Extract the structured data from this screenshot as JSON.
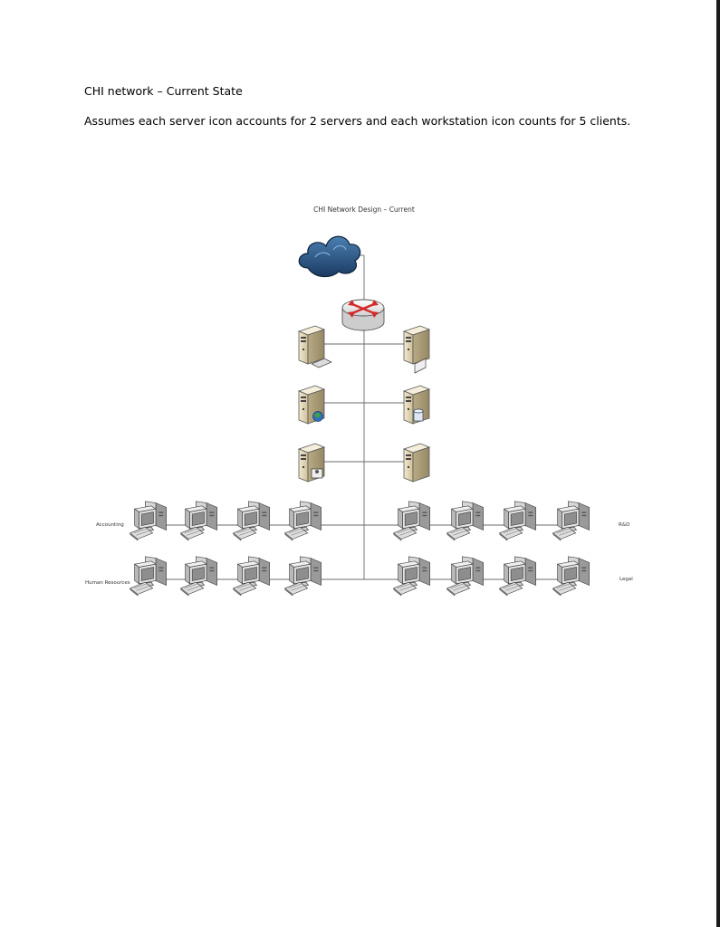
{
  "document": {
    "heading": "CHI network – Current State",
    "note": "Assumes each server icon accounts for 2 servers and each workstation icon counts for 5 clients."
  },
  "diagram": {
    "title": "CHI Network Design – Current",
    "nodes": {
      "internet": "cloud-icon",
      "router": "router-icon",
      "servers": [
        {
          "icon": "server-keyboard-icon"
        },
        {
          "icon": "server-printer-icon"
        },
        {
          "icon": "server-globe-icon"
        },
        {
          "icon": "server-database-icon"
        },
        {
          "icon": "server-user-icon"
        },
        {
          "icon": "server-icon"
        }
      ]
    },
    "departments": [
      {
        "label": "Accounting",
        "workstations": 4
      },
      {
        "label": "Human Resources",
        "workstations": 4
      },
      {
        "label": "R&D",
        "workstations": 4
      },
      {
        "label": "Legal",
        "workstations": 4
      }
    ]
  }
}
